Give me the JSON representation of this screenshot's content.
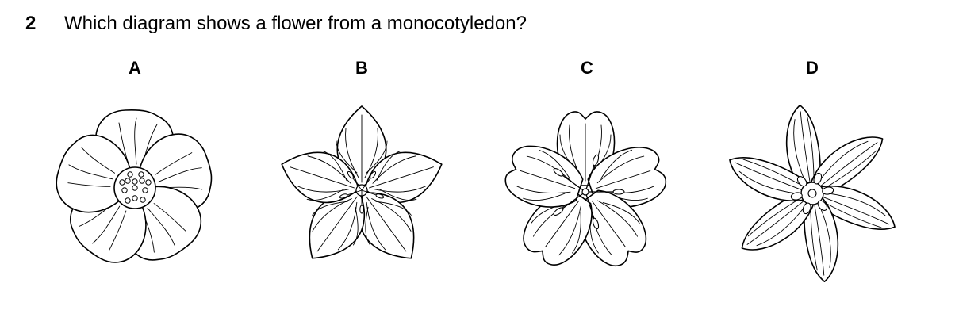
{
  "question": {
    "number": "2",
    "text": "Which diagram shows a flower from a monocotyledon?"
  },
  "options": [
    {
      "label": "A",
      "petal_count": 5
    },
    {
      "label": "B",
      "petal_count": 5
    },
    {
      "label": "C",
      "petal_count": 5
    },
    {
      "label": "D",
      "petal_count": 6
    }
  ]
}
